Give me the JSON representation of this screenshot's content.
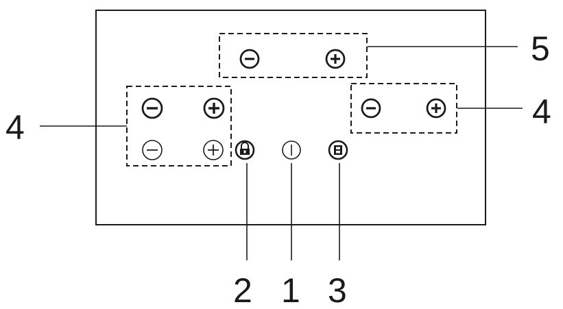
{
  "panel": {
    "border_color": "#1a1a1a",
    "background": "#ffffff"
  },
  "zones": {
    "top": {
      "minus_icon": "minus-circle-bold",
      "plus_icon": "plus-circle-bold"
    },
    "right": {
      "minus_icon": "minus-circle-bold",
      "plus_icon": "plus-circle-bold"
    },
    "left_top": {
      "minus_icon": "minus-circle-bold",
      "plus_icon": "plus-circle-bold"
    },
    "left_bottom": {
      "minus_icon": "minus-circle-thin",
      "plus_icon": "plus-circle-thin"
    }
  },
  "controls": {
    "lock_icon": "lock-icon",
    "power_icon": "power-icon",
    "boost_icon": "boost-icon"
  },
  "callouts": {
    "power": "1",
    "lock": "2",
    "boost": "3",
    "left_zones": "4",
    "right_zone": "4",
    "top_zone": "5"
  }
}
